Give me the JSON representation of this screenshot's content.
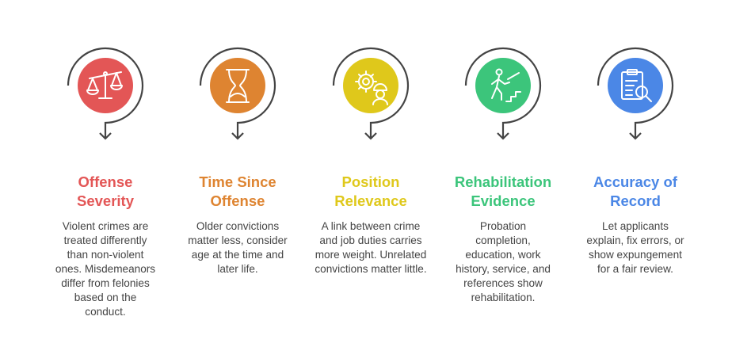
{
  "steps": [
    {
      "title": "Offense Severity",
      "body": "Violent crimes are treated differently than non-violent ones. Misdemeanors differ from felonies based on the conduct.",
      "color": "#E35656",
      "icon": "scales-icon"
    },
    {
      "title": "Time Since Offense",
      "body": "Older convictions matter less, consider age at the time and later life.",
      "color": "#DE8431",
      "icon": "hourglass-icon"
    },
    {
      "title": "Position Relevance",
      "body": "A link between crime and job duties carries more weight. Unrelated convictions matter little.",
      "color": "#DFC81B",
      "icon": "gear-worker-icon"
    },
    {
      "title": "Rehabilitation Evidence",
      "body": "Probation completion, education, work history, service, and references show rehabilitation.",
      "color": "#3CC57B",
      "icon": "person-climbing-stairs-icon"
    },
    {
      "title": "Accuracy of Record",
      "body": "Let applicants explain, fix errors, or show expungement for a fair review.",
      "color": "#4B87E6",
      "icon": "clipboard-search-icon"
    }
  ]
}
